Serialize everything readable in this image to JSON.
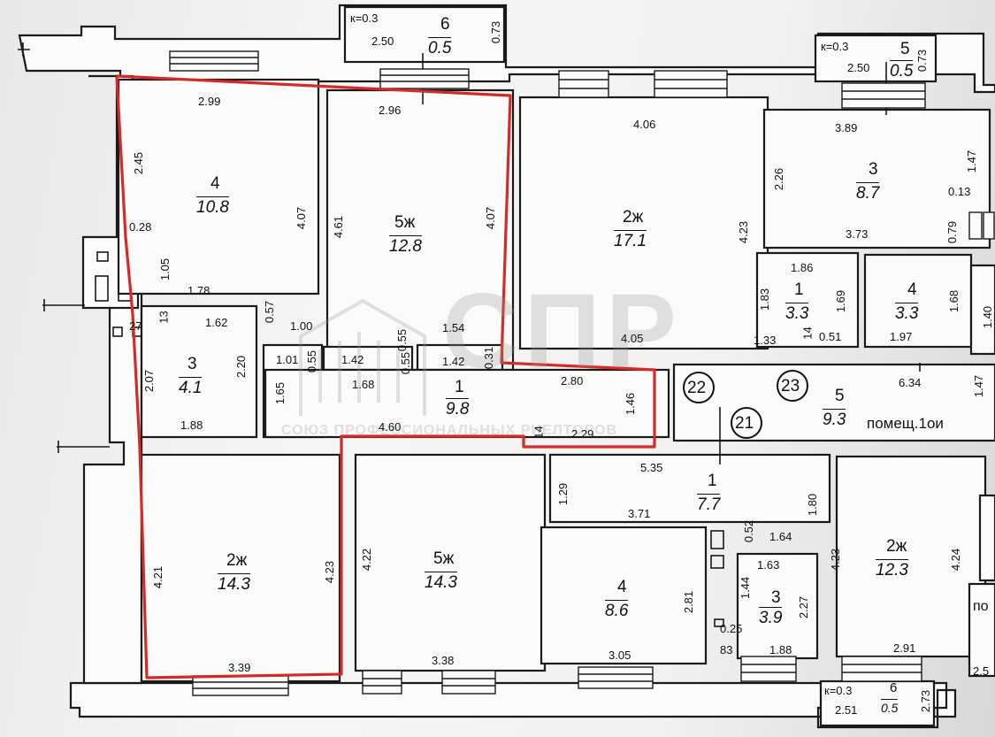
{
  "watermark": {
    "logo": "СПР",
    "caption": "СОЮЗ ПРОФЕССИОНАЛЬНЫХ РИЕЛТОРОВ"
  },
  "highlight_color": "#d42a2a",
  "rooms": {
    "r4a": {
      "num": "4",
      "area": "10.8"
    },
    "r5a": {
      "num": "5ж",
      "area": "12.8"
    },
    "r2a": {
      "num": "2ж",
      "area": "17.1"
    },
    "r3a": {
      "num": "3",
      "area": "8.7"
    },
    "r1a": {
      "num": "1",
      "area": "3.3"
    },
    "r4b": {
      "num": "4",
      "area": "3.3"
    },
    "r3b": {
      "num": "3",
      "area": "4.1"
    },
    "r1b": {
      "num": "1",
      "area": "9.8"
    },
    "r5b": {
      "num": "5",
      "area": "9.3"
    },
    "r2b": {
      "num": "2ж",
      "area": "14.3"
    },
    "r5c": {
      "num": "5ж",
      "area": "14.3"
    },
    "r4c": {
      "num": "4",
      "area": "8.6"
    },
    "r1c": {
      "num": "1",
      "area": "7.7"
    },
    "r3c": {
      "num": "3",
      "area": "3.9"
    },
    "r2c": {
      "num": "2ж",
      "area": "12.3"
    },
    "b6a": {
      "num": "6",
      "area": "0.5"
    },
    "b5a": {
      "num": "5",
      "area": "0.5"
    },
    "b6b": {
      "num": "6",
      "area": "0.5"
    }
  },
  "circles": [
    "22",
    "23",
    "21"
  ],
  "note": "помещ.1ои",
  "dims": [
    "к=0.3",
    "2.50",
    "0.73",
    "к=0.3",
    "2.50",
    "0.73",
    "2.99",
    "2.96",
    "4.06",
    "3.89",
    "2.45",
    "4.07",
    "4.61",
    "4.07",
    "2.26",
    "1.47",
    "0.13",
    "4.23",
    "3.73",
    "0.79",
    "0.28",
    "1.86",
    "1.05",
    "1.83",
    "1.69",
    "1.68",
    "1.78",
    "1.62",
    "0.57",
    "1.00",
    "0.55",
    "1.54",
    "1.33",
    "14",
    "0.51",
    "1.97",
    "4.05",
    "27",
    "13",
    "1.01",
    "0.55",
    "1.42",
    "0.55",
    "1.42",
    "0.31",
    "2.07",
    "2.20",
    "1.65",
    "1.68",
    "2.80",
    "1.46",
    "6.34",
    "1.47",
    "1.88",
    "4.60",
    "2.29",
    "14",
    "5.35",
    "1.29",
    "3.71",
    "1.80",
    "0.52",
    "1.64",
    "1.63",
    "4.22",
    "4.21",
    "4.23",
    "2.81",
    "1.44",
    "2.27",
    "4.23",
    "4.24",
    "0.25",
    "83",
    "1.88",
    "3.05",
    "3.38",
    "3.39",
    "2.91",
    "к=0.3",
    "2.51",
    "2.73",
    "1.40",
    "2.5",
    "по"
  ]
}
